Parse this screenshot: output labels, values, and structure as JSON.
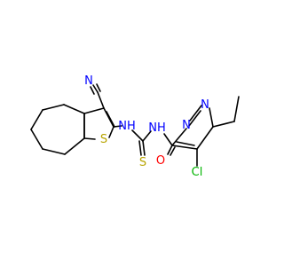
{
  "molecule": {
    "atoms": [
      {
        "id": "N_nitrile",
        "symbol": "N",
        "color": "#0000ff"
      },
      {
        "id": "S_thiophene",
        "symbol": "S",
        "color": "#b8a400"
      },
      {
        "id": "NH_left",
        "symbol": "NH",
        "color": "#0000ff"
      },
      {
        "id": "NH_right",
        "symbol": "NH",
        "color": "#0000ff"
      },
      {
        "id": "S_thio",
        "symbol": "S",
        "color": "#b8a400"
      },
      {
        "id": "O_carbonyl",
        "symbol": "O",
        "color": "#ff0000"
      },
      {
        "id": "N_pyrazole2",
        "symbol": "N",
        "color": "#0000ff"
      },
      {
        "id": "N_pyrazole1",
        "symbol": "N",
        "color": "#0000ff"
      },
      {
        "id": "Cl",
        "symbol": "Cl",
        "color": "#00b400"
      }
    ]
  }
}
